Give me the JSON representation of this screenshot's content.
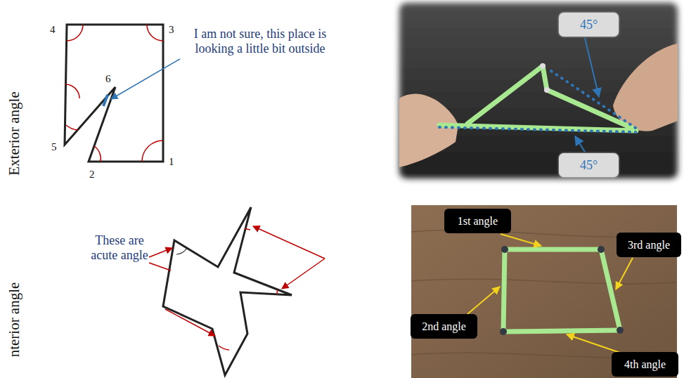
{
  "diagram": {
    "nodes": [
      {
        "text": [
          "45°"
        ]
      },
      {
        "text": [
          "45°"
        ]
      },
      {
        "text": [
          "1st angle"
        ]
      },
      {
        "text": [
          "3rd angle"
        ]
      },
      {
        "text": [
          "2nd angle"
        ]
      },
      {
        "text": [
          "4th angle"
        ]
      }
    ],
    "labels": [
      "Exterior angle",
      "nterior angle",
      "4",
      "3",
      "6",
      "5",
      "2",
      "1",
      "I am not sure, this place is looking a little bit outside",
      "These are acute angle"
    ]
  }
}
